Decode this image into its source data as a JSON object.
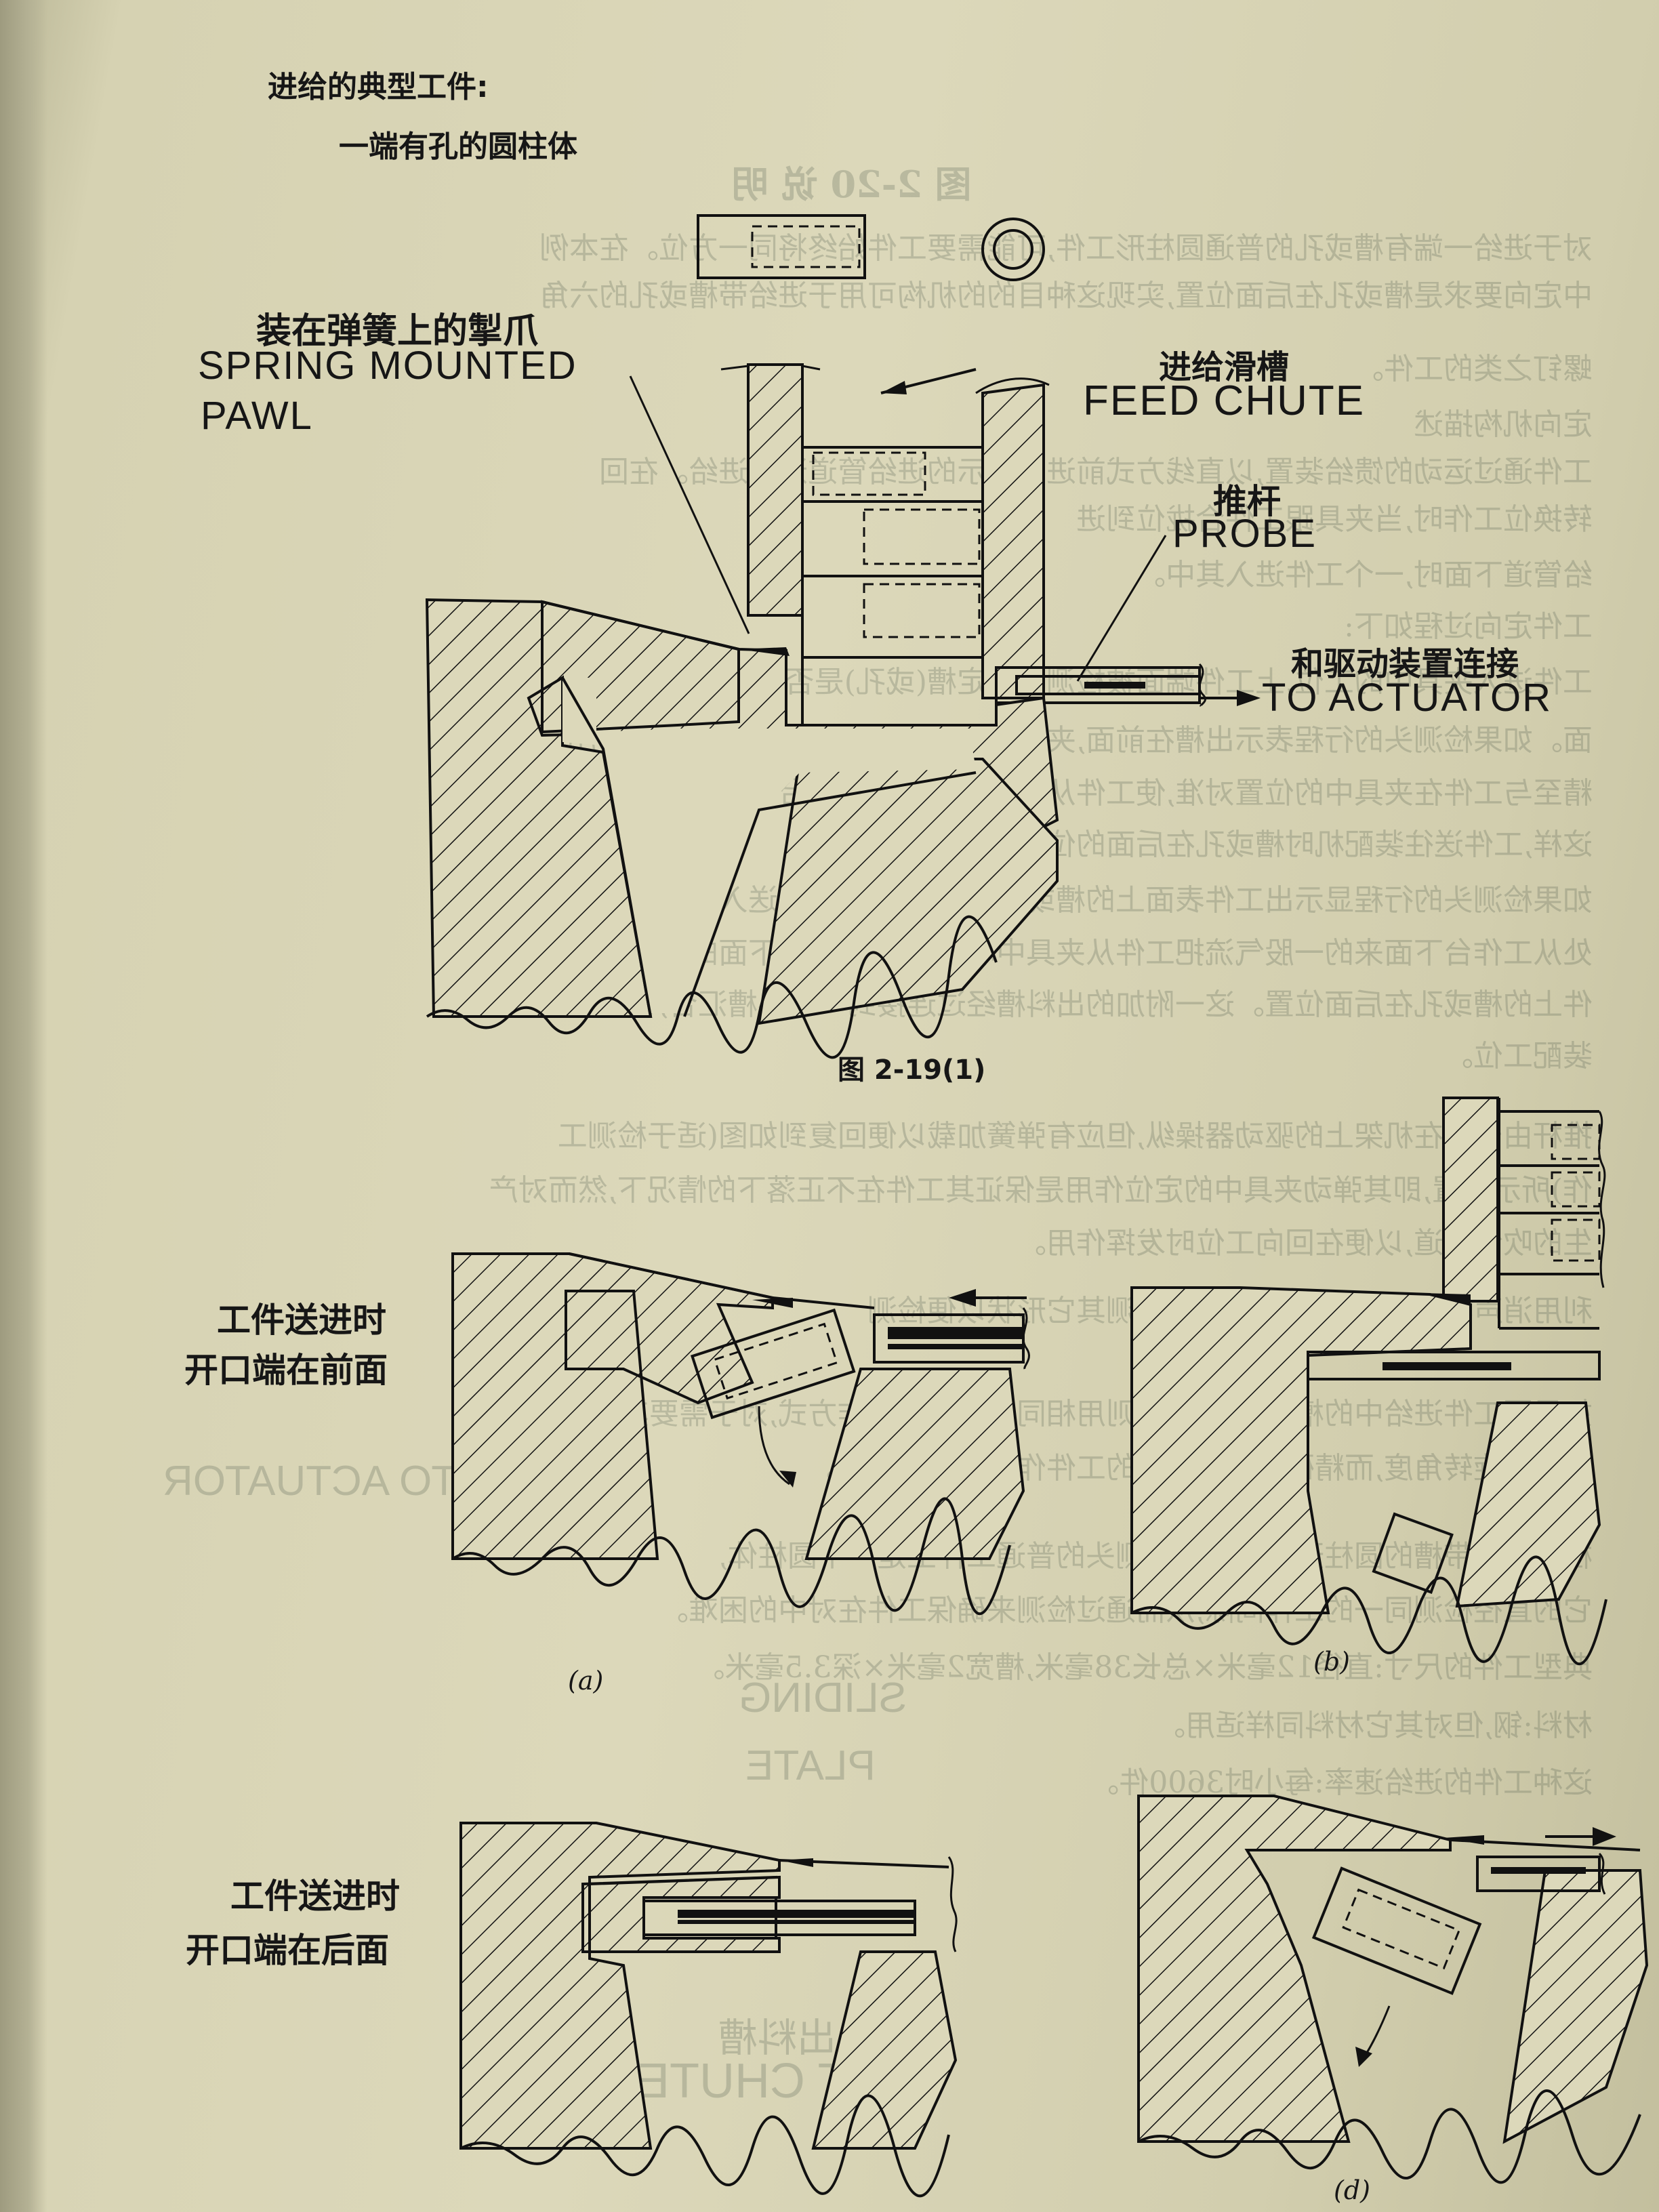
{
  "header": {
    "line1": "进给的典型工件:",
    "line2": "一端有孔的圆柱体"
  },
  "fig1": {
    "pawl_cn": "装在弹簧上的掣爪",
    "pawl_en_1": "SPRING MOUNTED",
    "pawl_en_2": "PAWL",
    "chute_cn": "进给滑槽",
    "chute_en": "FEED CHUTE",
    "probe_cn": "推杆",
    "probe_en": "PROBE",
    "actuator_cn": "和驱动装置连接",
    "actuator_en": "TO ACTUATOR",
    "caption": "图  2-19(1)"
  },
  "panels": {
    "a_label_1": "工件送进时",
    "a_label_2": "开口端在前面",
    "a_caption": "(a)",
    "b_caption": "(b)",
    "c_label_1": "工件送进时",
    "c_label_2": "开口端在后面",
    "d_caption": "(d)"
  },
  "bleed_through": {
    "heading": "图 2-20 说 明",
    "lines": [
      "对于进给一端有槽或孔的普通圆柱形工件,可能需要工件始终将同一方位。在本例",
      "中定向要求是槽或孔在后面位置,实现这种目的的机构可用于进给带槽或孔的六角",
      "螺钉之类的工件。",
      "定向机构描述",
      "工件通过运动的馈给装置,以直线方式前进到所示的进给管道逐个进给。在回",
      "转换位工作时,当夹具跟工件合拢位到进",
      "给管道下面时,一个工件进入其中。",
      "工件定向过程如下:",
      "工件进入夹具中的工位,上工件端面被检测以确定槽(或孔)是否在最上",
      "面。如果检测头的行程表示出槽在前面,夹具中的掣爪可推大的孔,直径稍大的孔",
      "精至与工件在夹具中的位置对准,使工件从夹具落入较低工作台下面的出料槽中。",
      "这样,工件送往装配机时槽或孔在后面的位置。",
      "如果检测头的行程显示出工件表面上的槽或孔不在顶上,则工件送入下一工位,在此",
      "处从工作台下面来的一股气流把工件从夹具中吹出,吹入在夹具下面的另一出料槽,此时工",
      "件上的槽或孔在后面位置。这一附加的出料槽经过连接到一出料槽汇合,也可通向另一",
      "装配工位。",
      "推杆由安装在机架上的驱动器操纵,但应有弹簧加载以便回复到如图(适于检测工",
      "作)所示位置,即其弹动夹具中的定位作用是保证其工件在不正落下的情况下,然而对产",
      "生的吹气通道,以便在回向工位时发挥作用。",
      "利用消声器的钢夹中的孔处,以便检测其它形状以便检测",
      "如果要工件进给中的槽在前与在后,则用相同检测头的工作方式,对于需要其前下",
      "的工件旋转角度,而精确的孔在上面的工件作为检测的工位。",
      "检测其出带槽的圆柱形孔存在于检测头的普通工件上是一个圆柱体,",
      "它的直径检测同一的工作间隙,从而通过检测来确保工件在对中的困难。",
      "典型工件的尺寸:直径12毫米×总长38毫米,槽宽2毫米×深3.5毫米。",
      "材料:钢,但对其它材料同样适用。",
      "这种工件的进给速率:每小时3600件。"
    ],
    "faint_labels": [
      "TO ACTUATOR",
      "SLIDING",
      "PLATE",
      "出料槽",
      "EXIT CHUTE"
    ]
  }
}
